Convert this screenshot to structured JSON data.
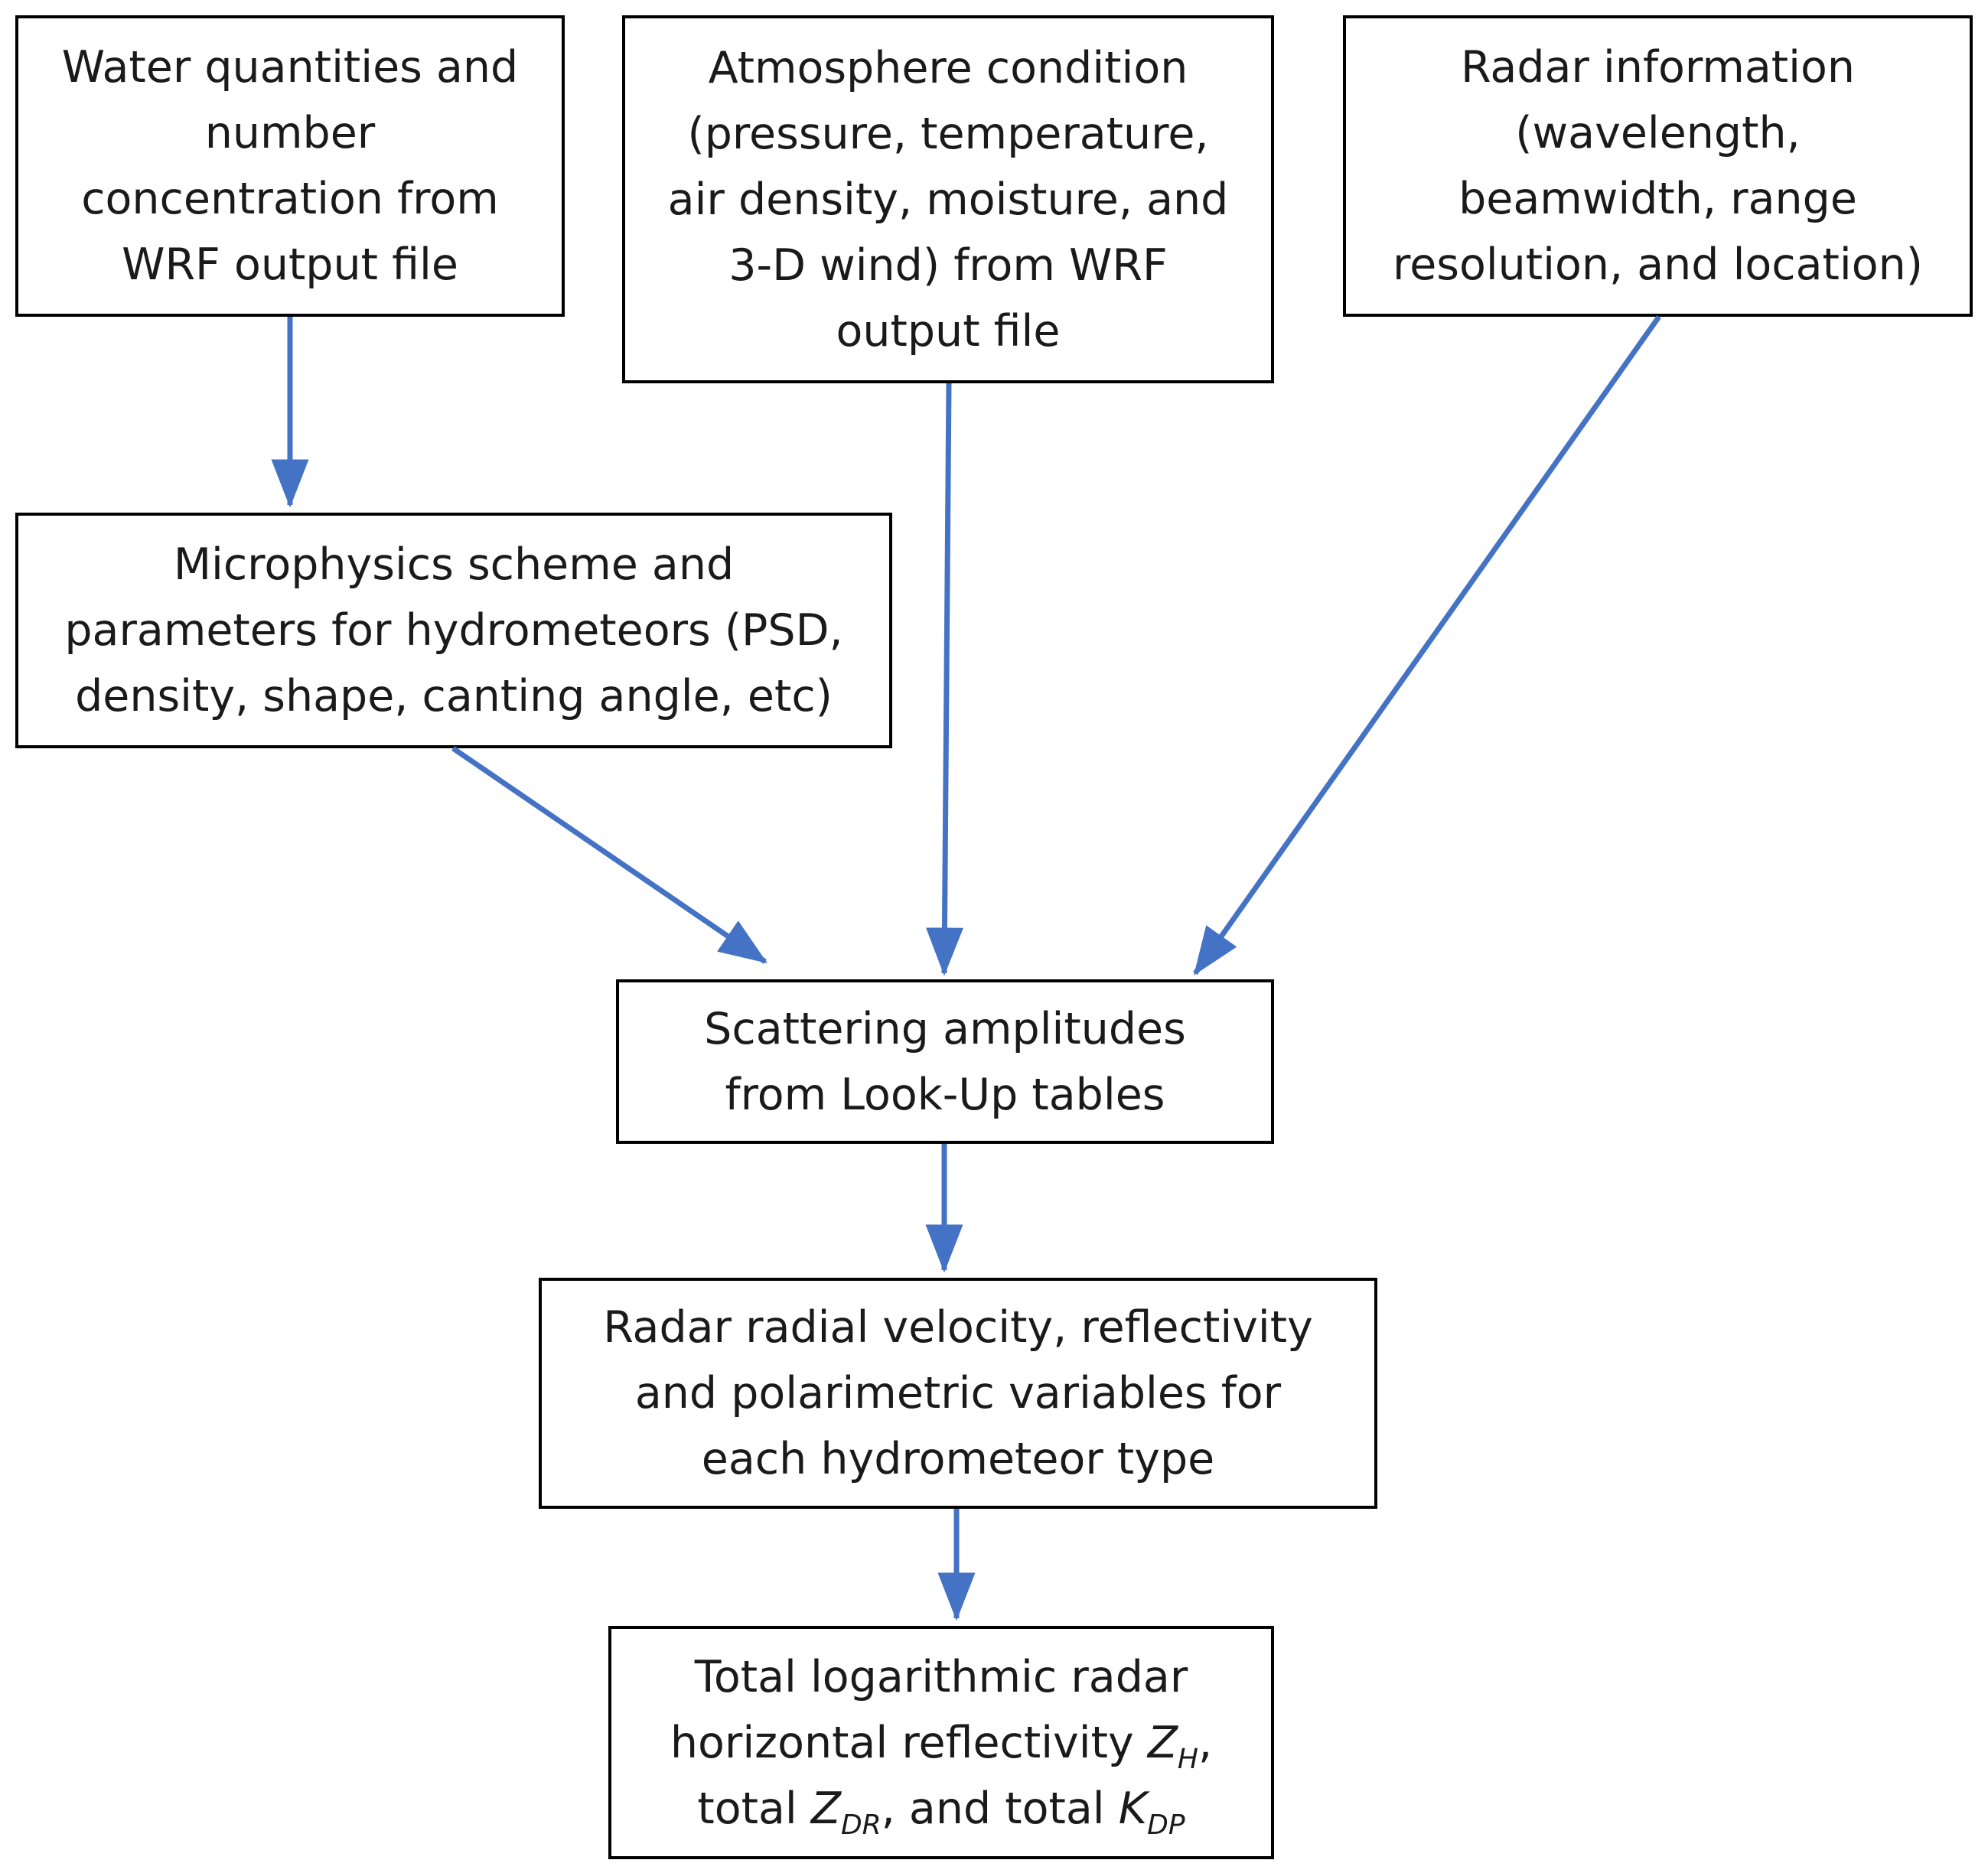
{
  "colors": {
    "arrow": "#4472C4",
    "border": "#000000",
    "text": "#1a1a1a"
  },
  "boxes": {
    "water": {
      "lines": [
        "Water quantities and",
        "number",
        "concentration from",
        "WRF output file"
      ]
    },
    "atmosphere": {
      "lines": [
        "Atmosphere condition",
        "(pressure, temperature,",
        "air density, moisture, and",
        "3-D wind) from WRF",
        "output file"
      ]
    },
    "radar_info": {
      "lines": [
        "Radar information",
        "(wavelength,",
        "beamwidth, range",
        "resolution, and location)"
      ]
    },
    "microphysics": {
      "lines": [
        "Microphysics scheme and",
        "parameters for hydrometeors (PSD,",
        "density, shape, canting angle, etc)"
      ]
    },
    "scattering": {
      "lines": [
        "Scattering amplitudes",
        "from Look-Up tables"
      ]
    },
    "radar_vars": {
      "lines": [
        "Radar radial velocity, reflectivity",
        "and polarimetric variables for",
        "each hydrometeor type"
      ]
    },
    "total": {
      "line1": "Total  logarithmic radar",
      "line2_prefix": "horizontal reflectivity ",
      "zh_base": "Z",
      "zh_sub": "H",
      "comma": ",",
      "line3_prefix": "total ",
      "zdr_base": "Z",
      "zdr_sub": "DR",
      "line3_mid": " and total ",
      "kdp_base": "K",
      "kdp_sub": "DP"
    }
  }
}
